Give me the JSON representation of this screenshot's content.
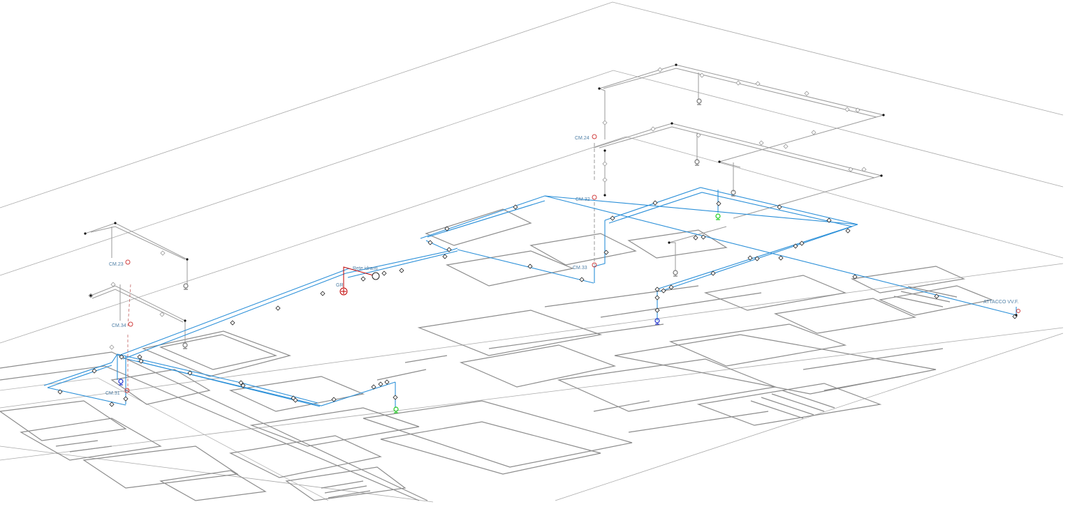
{
  "labels": {
    "cm23": "CM.23",
    "cm24": "CM.24",
    "cm32": "CM.32",
    "cm33": "CM.33",
    "cm34": "CM.34",
    "cm31": "CM.31",
    "rete": "Rete idranti",
    "gr": "GR",
    "attacco": "ATTACCO VV.F."
  },
  "colors": {
    "background": "#ffffff",
    "pipe_blue": "#2a8fd8",
    "pipe_grey": "#9a9a9a",
    "pipe_red": "#c00000",
    "hydrant_green": "#22cc22",
    "hydrant_blue": "#2233cc",
    "label": "#4f7fa6"
  },
  "icons": [
    "hydrant-icon",
    "valve-icon",
    "pump-icon",
    "fitting-icon"
  ]
}
